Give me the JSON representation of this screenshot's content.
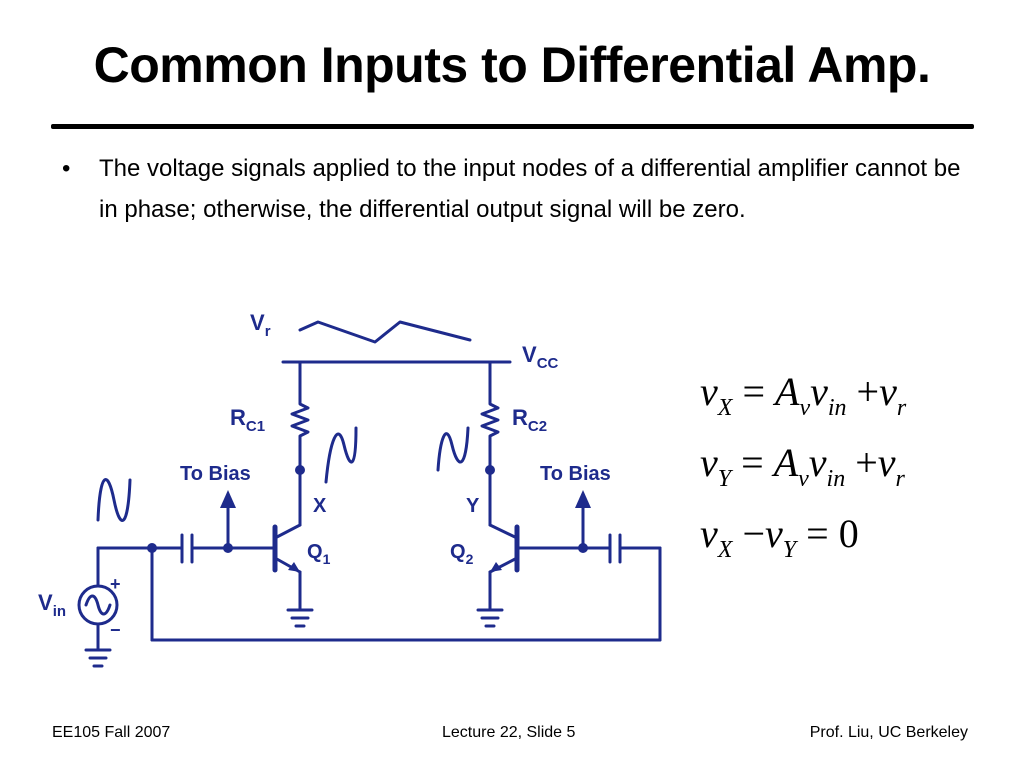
{
  "slide": {
    "title": "Common Inputs to Differential Amp.",
    "bullets": [
      "The voltage signals applied to the input nodes of a differential amplifier cannot be in phase; otherwise, the differential output signal will be zero."
    ]
  },
  "circuit": {
    "labels": {
      "vr_main": "V",
      "vr_sub": "r",
      "vcc_main": "V",
      "vcc_sub": "CC",
      "rc1_main": "R",
      "rc1_sub": "C1",
      "rc2_main": "R",
      "rc2_sub": "C2",
      "to_bias_left": "To Bias",
      "to_bias_right": "To Bias",
      "node_x": "X",
      "node_y": "Y",
      "q1_main": "Q",
      "q1_sub": "1",
      "q2_main": "Q",
      "q2_sub": "2",
      "vin_main": "V",
      "vin_sub": "in",
      "plus": "+",
      "minus": "−"
    },
    "color": "#1e2b8c"
  },
  "equations": {
    "eq1": {
      "lhs": "v",
      "lhs_sub": "X",
      "op1": "=",
      "a": "A",
      "a_sub": "v",
      "v": "v",
      "v_sub": "in",
      "op2": "+",
      "r": "v",
      "r_sub": "r"
    },
    "eq2": {
      "lhs": "v",
      "lhs_sub": "Y",
      "op1": "=",
      "a": "A",
      "a_sub": "v",
      "v": "v",
      "v_sub": "in",
      "op2": "+",
      "r": "v",
      "r_sub": "r"
    },
    "eq3": {
      "a": "v",
      "a_sub": "X",
      "op1": "−",
      "b": "v",
      "b_sub": "Y",
      "op2": "=",
      "rhs": "0"
    }
  },
  "footer": {
    "left": "EE105 Fall 2007",
    "center": "Lecture 22, Slide 5",
    "right": "Prof. Liu, UC Berkeley"
  }
}
